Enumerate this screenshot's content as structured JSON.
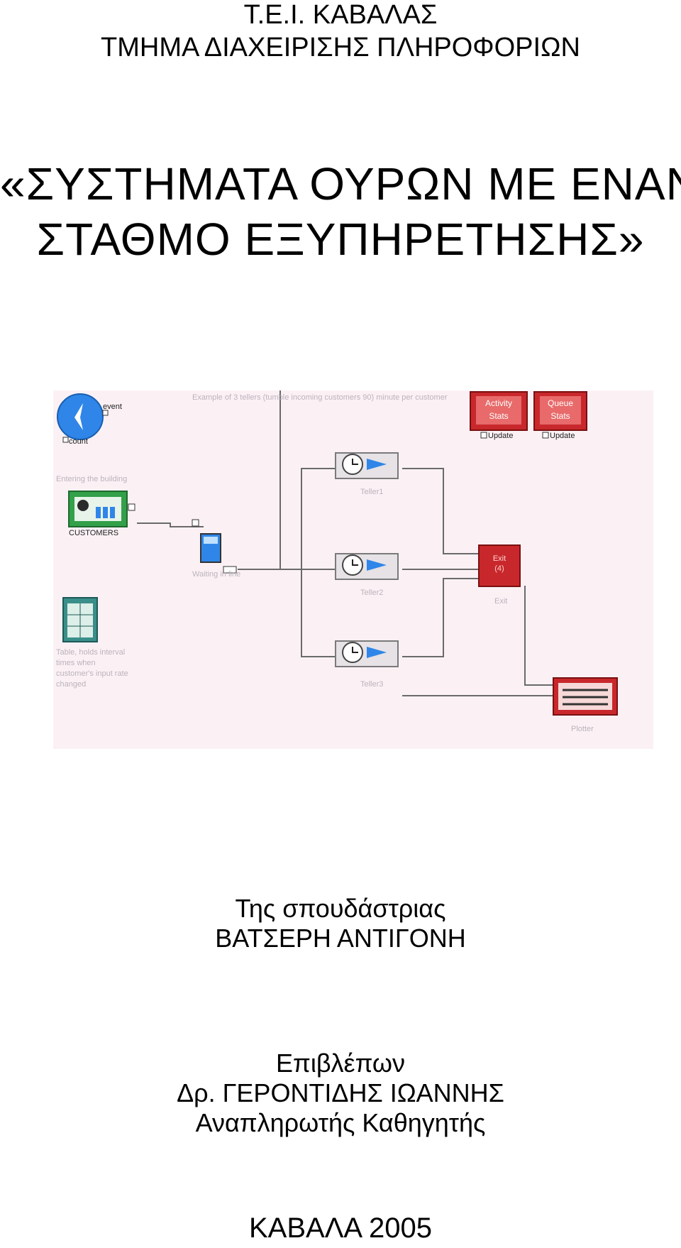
{
  "header": {
    "institution": "Τ.Ε.Ι. ΚΑΒΑΛΑΣ",
    "department": "ΤΜΗΜΑ ΔΙΑΧΕΙΡΙΣΗΣ ΠΛΗΡΟΦΟΡΙΩΝ"
  },
  "title": {
    "line1": "«ΣΥΣΤΗΜΑΤΑ ΟΥΡΩΝ ΜΕ ΕΝΑΝ",
    "line2": "ΣΤΑΘΜΟ ΕΞΥΠΗΡΕΤΗΣΗΣ»"
  },
  "figure": {
    "note_top": "Example of 3 tellers (tumble incoming customers 90) minute per customer",
    "clock_event": "event",
    "clock_count": "count",
    "activity_stats": [
      "Activity",
      "Stats"
    ],
    "queue_stats": [
      "Queue",
      "Stats"
    ],
    "update_label": "Update",
    "entering_label": "Entering the building",
    "generator_label": "CUSTOMERS",
    "queue_label": "Waiting in line",
    "teller_labels": [
      "Teller1",
      "Teller2",
      "Teller3"
    ],
    "exit_text": [
      "Exit",
      "(4)"
    ],
    "exit_label": "Exit",
    "plotter_label": "Plotter",
    "table_note": [
      "Table, holds interval",
      "times when",
      "customer's input rate",
      "changed"
    ],
    "colors": {
      "background": "#fbf1f5",
      "wire": "#6a6a6a",
      "stats_red": "#c8282c",
      "clock_blue": "#2f86e8",
      "generator_green": "#33a04a"
    }
  },
  "author": {
    "prefix": "Της σπουδάστριας",
    "name": "ΒΑΤΣΕΡΗ ΑΝΤΙΓΟΝΗ"
  },
  "supervisor": {
    "role": "Επιβλέπων",
    "name": "Δρ. ΓΕΡΟΝΤΙΔΗΣ ΙΩΑΝΝΗΣ",
    "rank": "Αναπληρωτής Καθηγητής"
  },
  "footer": {
    "place_year": "ΚΑΒΑΛΑ 2005"
  }
}
